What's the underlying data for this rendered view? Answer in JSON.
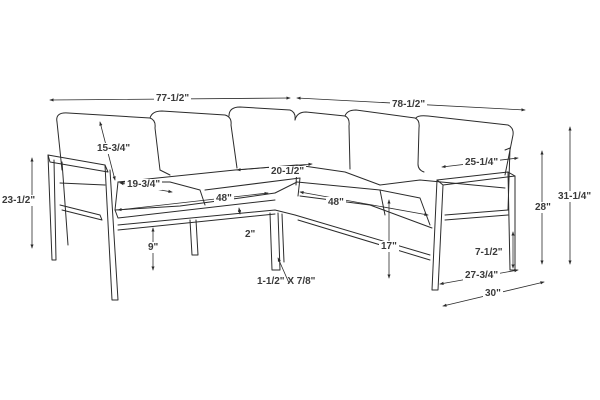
{
  "diagram": {
    "subject": "Outdoor sectional sofa dimension drawing",
    "colors": {
      "line": "#2b2b2b",
      "label": "#3a3a3a",
      "background": "#ffffff"
    },
    "dimensions": {
      "overall_left_width": "77-1/2\"",
      "overall_right_width": "78-1/2\"",
      "back_cushion_height": "15-3/4\"",
      "seat_depth": "19-3/4\"",
      "corner_seat_width": "20-1/2\"",
      "left_seat_width": "48\"",
      "right_seat_width": "48\"",
      "arm_height": "23-1/2\"",
      "seat_cushion_thickness": "2\"",
      "leg_clearance": "9\"",
      "leg_size": "1-1/2\" X 7/8\"",
      "seat_height": "17\"",
      "arm_to_back_depth": "25-1/4\"",
      "back_height": "28\"",
      "overall_height": "31-1/4\"",
      "arm_leg_height": "7-1/2\"",
      "arm_depth": "27-3/4\"",
      "overall_depth": "30\""
    }
  }
}
